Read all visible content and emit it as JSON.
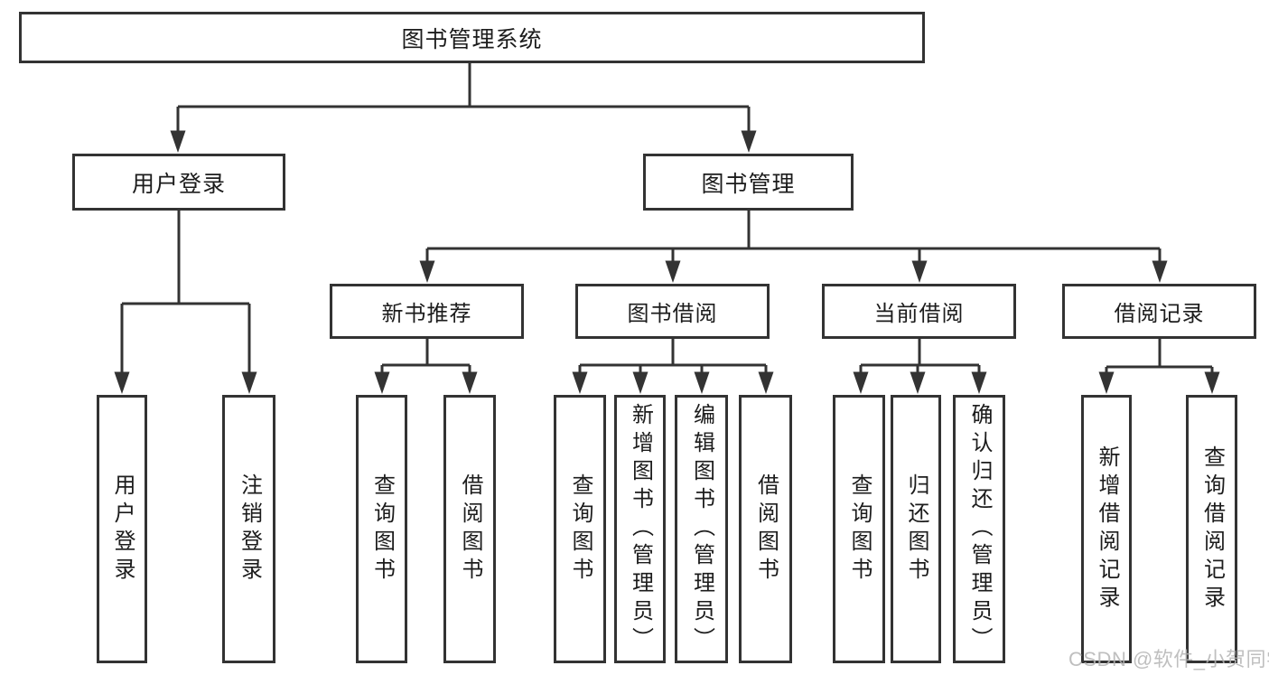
{
  "diagram": {
    "root": "图书管理系统",
    "level2": [
      "用户登录",
      "图书管理"
    ],
    "level3": [
      "新书推荐",
      "图书借阅",
      "当前借阅",
      "借阅记录"
    ],
    "leaves": [
      "用户登录",
      "注销登录",
      "查询图书",
      "借阅图书",
      "查询图书",
      "新增图书（管理员）",
      "编辑图书（管理员）",
      "借阅图书",
      "查询图书",
      "归还图书",
      "确认归还（管理员）",
      "新增借阅记录",
      "查询借阅记录"
    ]
  },
  "watermark": "CSDN @软件_小贺同学",
  "colors": {
    "line": "#333333",
    "text": "#1c1c1c",
    "watermark": "#b4b4b4",
    "background": "#ffffff"
  }
}
